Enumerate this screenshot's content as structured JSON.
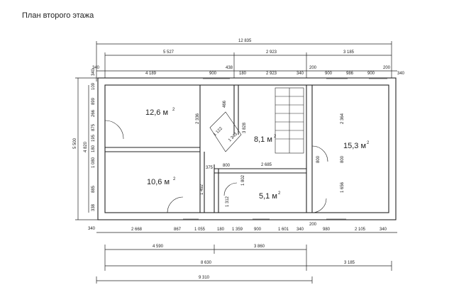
{
  "title": "План второго этажа",
  "rooms": [
    {
      "id": "room-1",
      "area": "12,6 м",
      "sup": "2"
    },
    {
      "id": "room-2",
      "area": "10,6 м",
      "sup": "2"
    },
    {
      "id": "room-3",
      "area": "8,1 м",
      "sup": "2"
    },
    {
      "id": "room-4",
      "area": "5,1 м",
      "sup": "2"
    },
    {
      "id": "room-5",
      "area": "15,3 м",
      "sup": "2"
    }
  ],
  "dims_top": {
    "overall": "12 835",
    "seg1": "5 527",
    "seg2": "2 923",
    "seg3": "3 185",
    "r1": [
      "340",
      "4 189",
      "900",
      "438",
      "180",
      "2 923",
      "340",
      "200",
      "900",
      "986",
      "900",
      "200",
      "340"
    ]
  },
  "dims_bottom": {
    "r1": [
      "340",
      "2 668",
      "867",
      "1 055",
      "180",
      "1 359",
      "900",
      "1 601",
      "340",
      "200",
      "980",
      "2 105",
      "340"
    ],
    "r2": [
      "4 590",
      "3 860"
    ],
    "r3": [
      "8 630",
      "3 185"
    ],
    "overall": "9 310"
  },
  "dims_left": {
    "outer": "5 500",
    "mid": "4 820",
    "chain": [
      "340",
      "109",
      "899",
      "266",
      "875",
      "195",
      "180",
      "1 080",
      "885",
      "338"
    ]
  },
  "dims_inner": [
    "2 336",
    "1 492",
    "375",
    "800",
    "466",
    "1 343",
    "1 122",
    "3 828",
    "2 685",
    "800",
    "1 312",
    "1 802",
    "2 364",
    "800",
    "1 656"
  ]
}
